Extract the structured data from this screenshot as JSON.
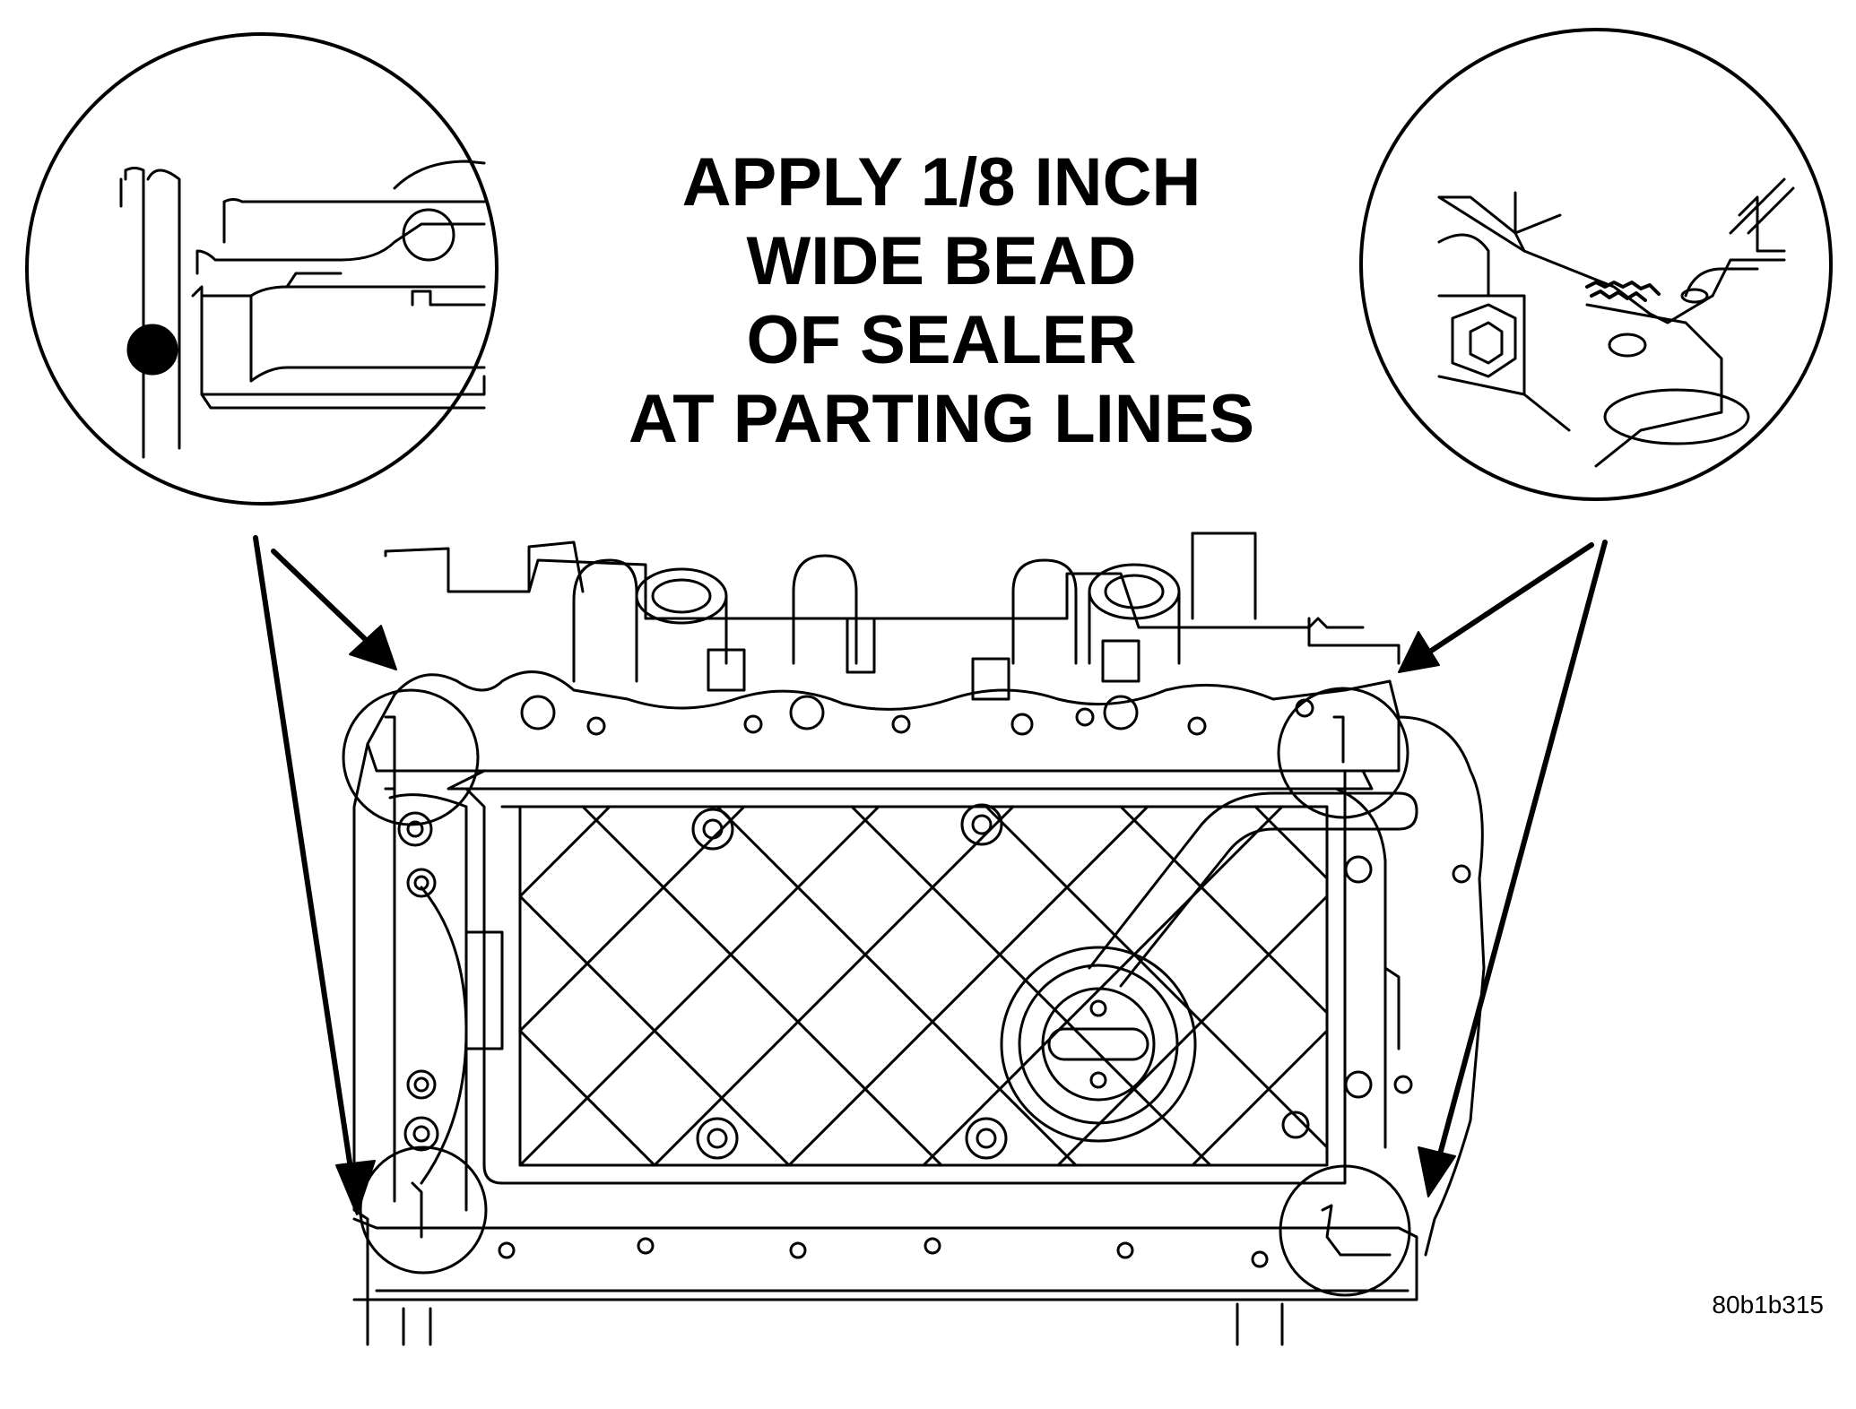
{
  "callout": {
    "line1": "APPLY 1/8 INCH",
    "line2": "WIDE BEAD",
    "line3": "OF SEALER",
    "line4": "AT PARTING LINES"
  },
  "figure_id": "80b1b315"
}
